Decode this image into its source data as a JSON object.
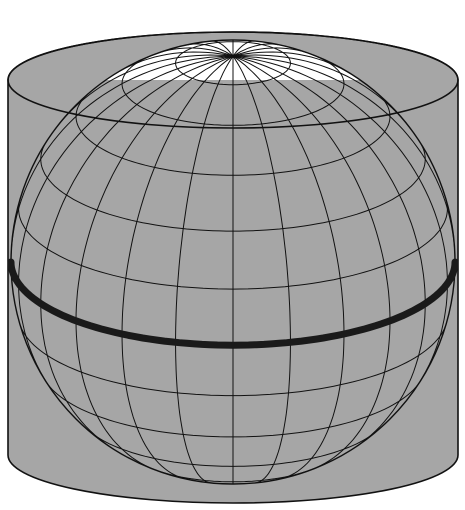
{
  "figure": {
    "subject": "sphere-inside-cylinder-projection",
    "colors": {
      "background": "#ffffff",
      "cylinder_fill": "#a6a6a6",
      "sphere_cap": "#ffffff",
      "line": "#111111",
      "tangent_line": "#1a1a1a"
    },
    "graticule": {
      "meridian_step_deg": 15,
      "parallel_step_deg": 15
    },
    "tangent_circle": "equator"
  }
}
